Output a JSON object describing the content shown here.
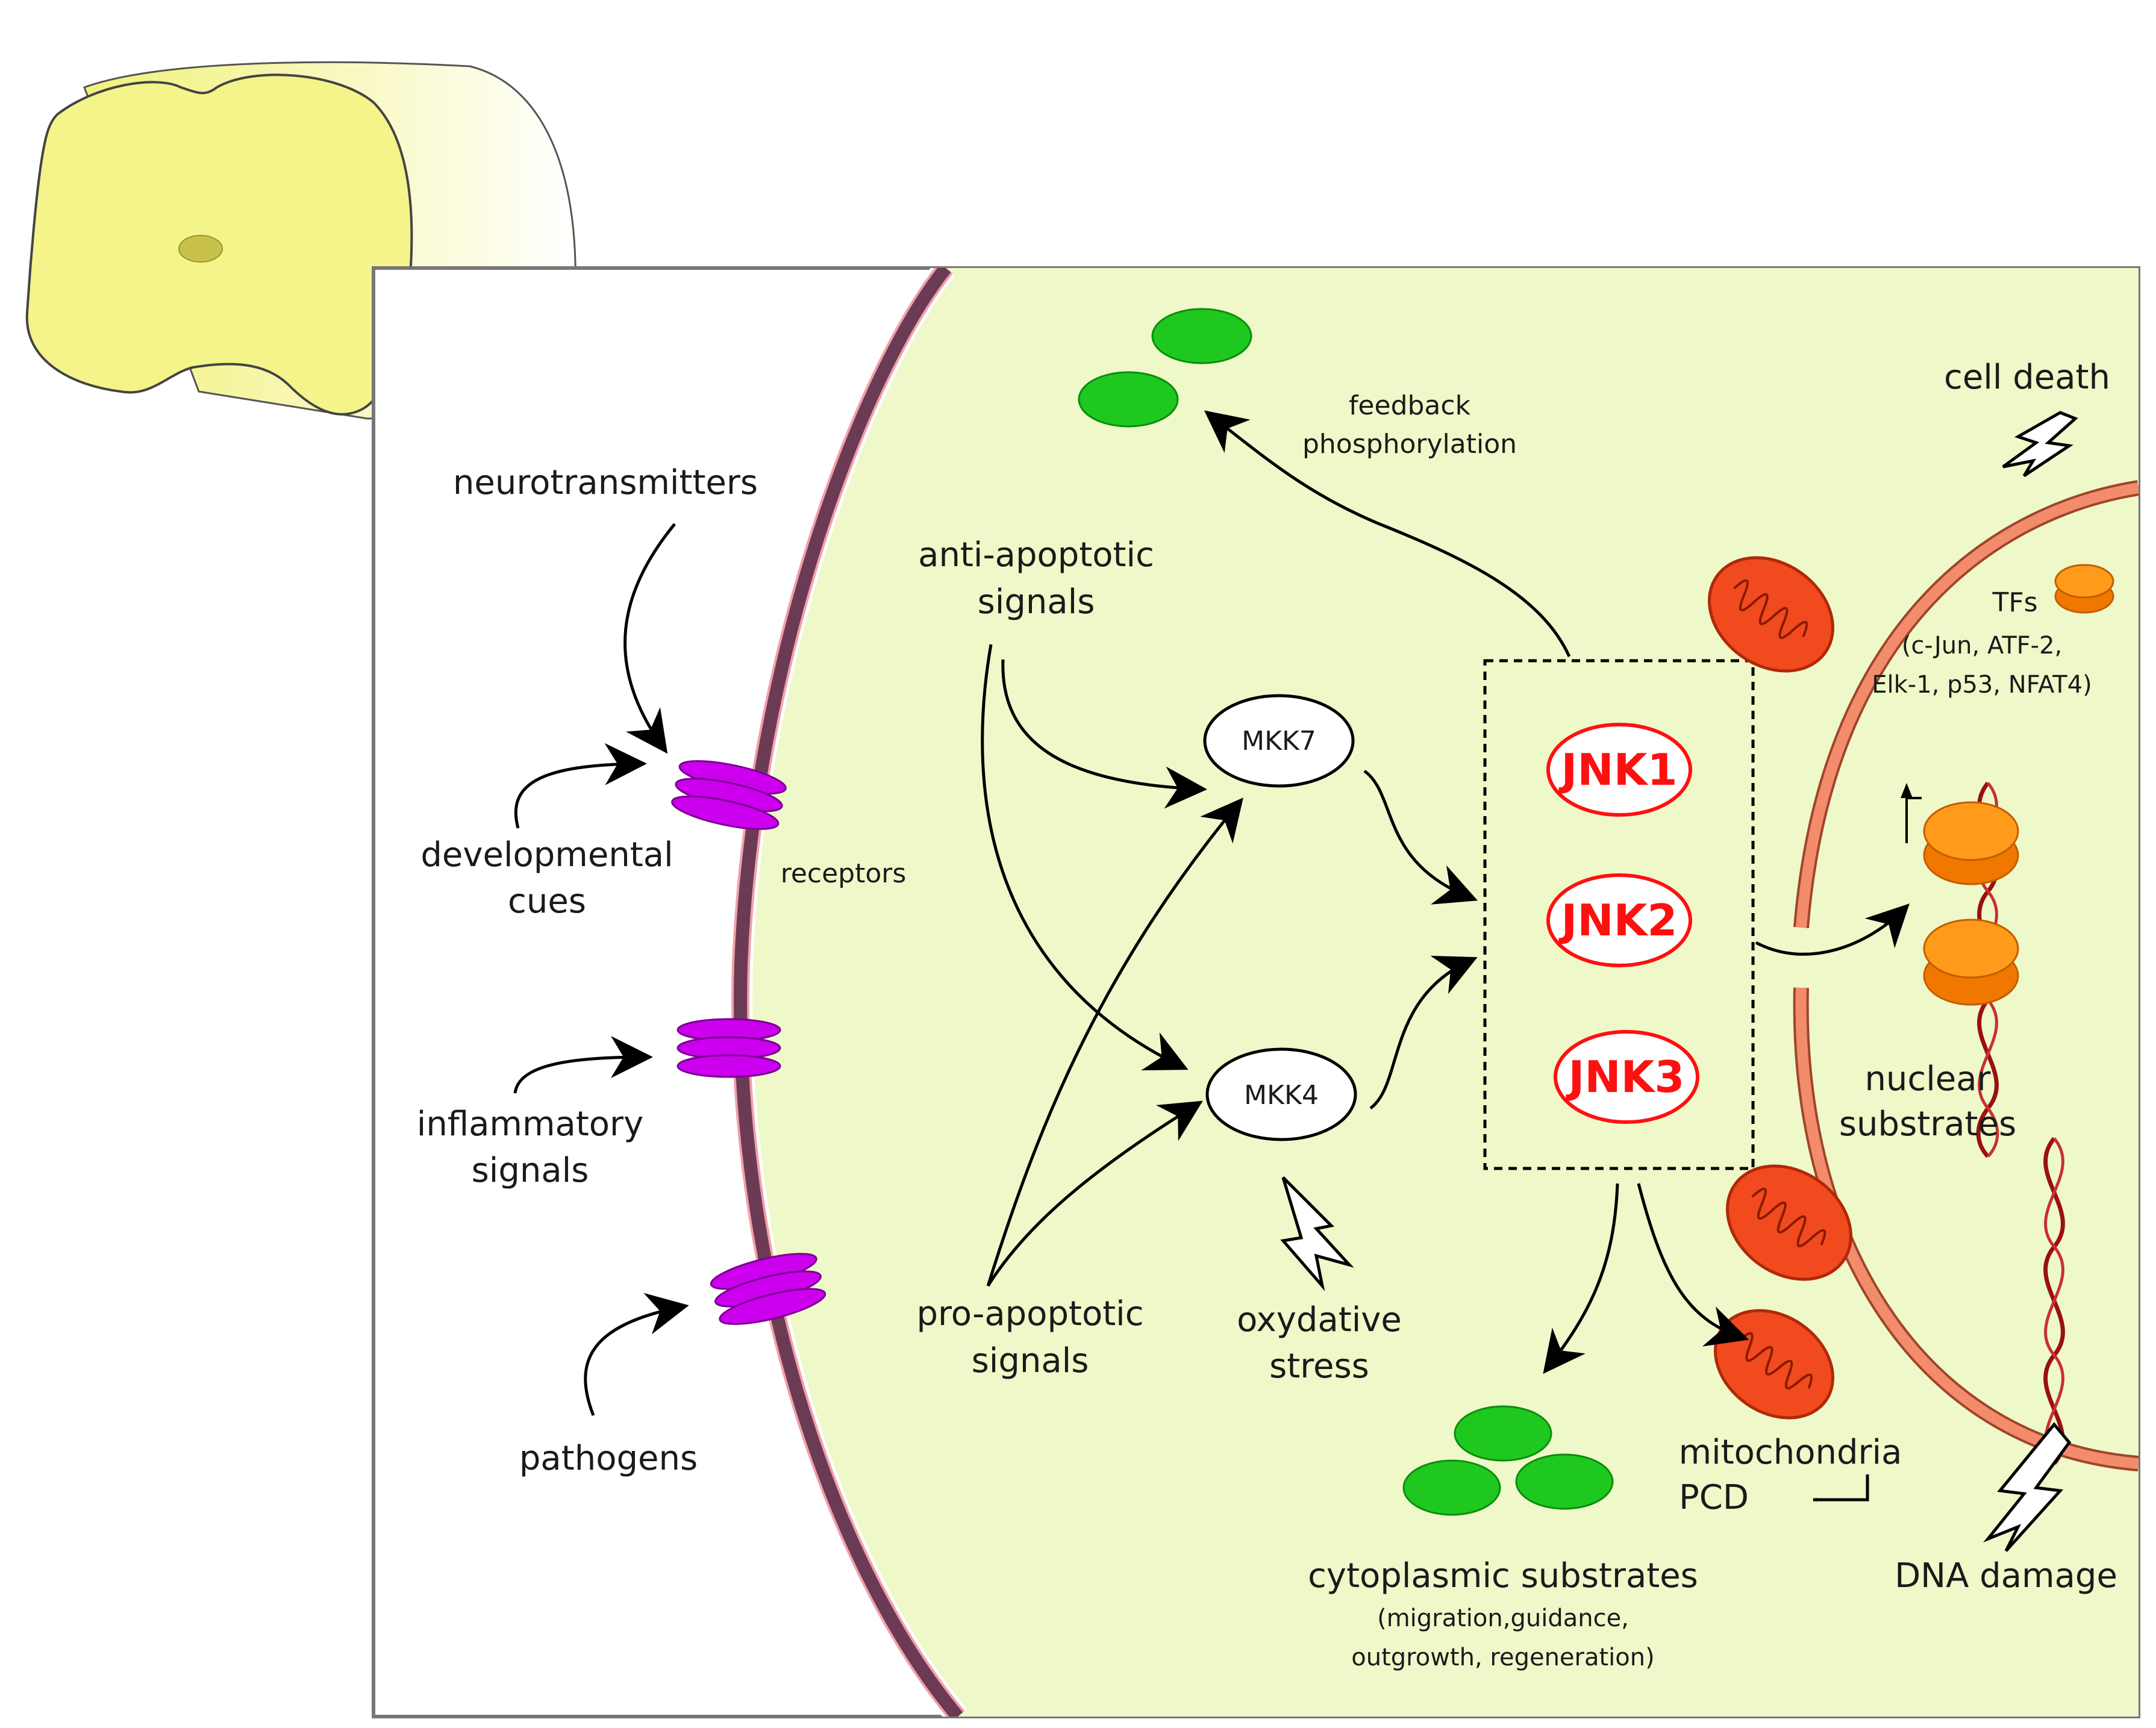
{
  "colors": {
    "cytoplasm": "#eef8c8",
    "membrane": "#6b3b55",
    "receptor": "#cc00ee",
    "nuclear_envelope": "#f28c6c",
    "jnk_red": "#ff1010",
    "substrate_green": "#1ec81e",
    "tf_orange": "#ff8800",
    "mitochondria": "#f04a1e",
    "spinal_cord": "#f4f48a"
  },
  "labels": {
    "neurotransmitters": "neurotransmitters",
    "developmental_1": "developmental",
    "developmental_2": "cues",
    "receptors": "receptors",
    "inflammatory_1": "inflammatory",
    "inflammatory_2": "signals",
    "pathogens": "pathogens",
    "anti_apoptotic_1": "anti-apoptotic",
    "anti_apoptotic_2": "signals",
    "pro_apoptotic_1": "pro-apoptotic",
    "pro_apoptotic_2": "signals",
    "mkk7": "MKK7",
    "mkk4": "MKK4",
    "oxydative_1": "oxydative",
    "oxydative_2": "stress",
    "feedback_1": "feedback",
    "feedback_2": "phosphorylation",
    "jnk1": "JNK1",
    "jnk2": "JNK2",
    "jnk3": "JNK3",
    "cell_death": "cell death",
    "tfs": "TFs",
    "tfs_list_1": "(c-Jun, ATF-2,",
    "tfs_list_2": "Elk-1, p53, NFAT4)",
    "nuclear_1": "nuclear",
    "nuclear_2": "substrates",
    "mitochondria": "mitochondria",
    "pcd": "PCD",
    "cyto_title": "cytoplasmic substrates",
    "cyto_detail_1": "(migration,guidance,",
    "cyto_detail_2": "outgrowth, regeneration)",
    "dna_damage": "DNA damage"
  }
}
